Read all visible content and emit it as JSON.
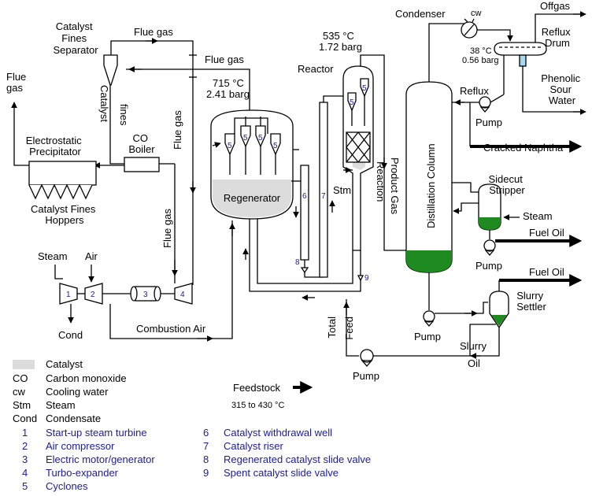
{
  "labels": {
    "catalyst_fines_separator": [
      "Catalyst",
      "Fines",
      "Separator"
    ],
    "flue_gas_top": "Flue gas",
    "flue_gas_mid": "Flue gas",
    "flue_gas_left": [
      "Flue",
      "gas"
    ],
    "flue_gas_vert1": "Flue gas",
    "flue_gas_vert2": "Flue gas",
    "catalyst_fines_vert": [
      "Catalyst",
      "fines"
    ],
    "electrostatic_precipitator": [
      "Electrostatic",
      "Precipitator"
    ],
    "co_boiler": [
      "CO",
      "Boiler"
    ],
    "hoppers": [
      "Catalyst Fines",
      "Hoppers"
    ],
    "steam_left": "Steam",
    "air": "Air",
    "cond": "Cond",
    "combustion_air": "Combustion Air",
    "regenerator_cond": [
      "715 °C",
      "2.41 barg"
    ],
    "regenerator": "Regenerator",
    "reactor": "Reactor",
    "reactor_cond": [
      "535 °C",
      "1.72 barg"
    ],
    "stm": "Stm",
    "reaction_product_gas": [
      "Reaction",
      "Product Gas"
    ],
    "total_feed": [
      "Total",
      "Feed"
    ],
    "pump_feed": "Pump",
    "feedstock": "Feedstock",
    "feedstock_temp": "315 to 430 °C",
    "condenser": "Condenser",
    "cw": "cw",
    "condenser_cond": [
      "38 °C",
      "0.56 barg"
    ],
    "offgas": "Offgas",
    "reflux_drum": [
      "Reflux",
      "Drum"
    ],
    "phenolic_sour_water": [
      "Phenolic",
      "Sour",
      "Water"
    ],
    "reflux": "Reflux",
    "pump_reflux": "Pump",
    "cracked_naphtha": "Cracked Naphtha",
    "distillation_column": "Distillation Column",
    "sidecut_stripper": [
      "Sidecut",
      "Stripper"
    ],
    "steam_right": "Steam",
    "fuel_oil_1": "Fuel Oil",
    "pump_sidecut": "Pump",
    "fuel_oil_2": "Fuel Oil",
    "slurry_settler": [
      "Slurry",
      "Settler"
    ],
    "pump_bottom": "Pump",
    "slurry_oil": [
      "Slurry",
      "Oil"
    ]
  },
  "equipment_numbers": {
    "n1": "1",
    "n2": "2",
    "n3": "3",
    "n4": "4",
    "n5": "5",
    "n6": "6",
    "n7": "7",
    "n8": "8",
    "n9": "9"
  },
  "legend": {
    "abbreviations": [
      {
        "key": "",
        "text": "Catalyst"
      },
      {
        "key": "CO",
        "text": "Carbon monoxide"
      },
      {
        "key": "cw",
        "text": "Cooling water"
      },
      {
        "key": "Stm",
        "text": "Steam"
      },
      {
        "key": "Cond",
        "text": "Condensate"
      }
    ],
    "numbered_left": [
      {
        "num": "1",
        "text": "Start-up steam turbine"
      },
      {
        "num": "2",
        "text": "Air compressor"
      },
      {
        "num": "3",
        "text": "Electric motor/generator"
      },
      {
        "num": "4",
        "text": "Turbo-expander"
      },
      {
        "num": "5",
        "text": "Cyclones"
      }
    ],
    "numbered_right": [
      {
        "num": "6",
        "text": "Catalyst withdrawal well"
      },
      {
        "num": "7",
        "text": "Catalyst riser"
      },
      {
        "num": "8",
        "text": "Regenerated catalyst slide valve"
      },
      {
        "num": "9",
        "text": "Spent catalyst slide valve"
      }
    ]
  },
  "colors": {
    "catalyst": "#dcdcdc",
    "liquid": "#1f8a1f",
    "legend_text": "#1a1aa8"
  }
}
